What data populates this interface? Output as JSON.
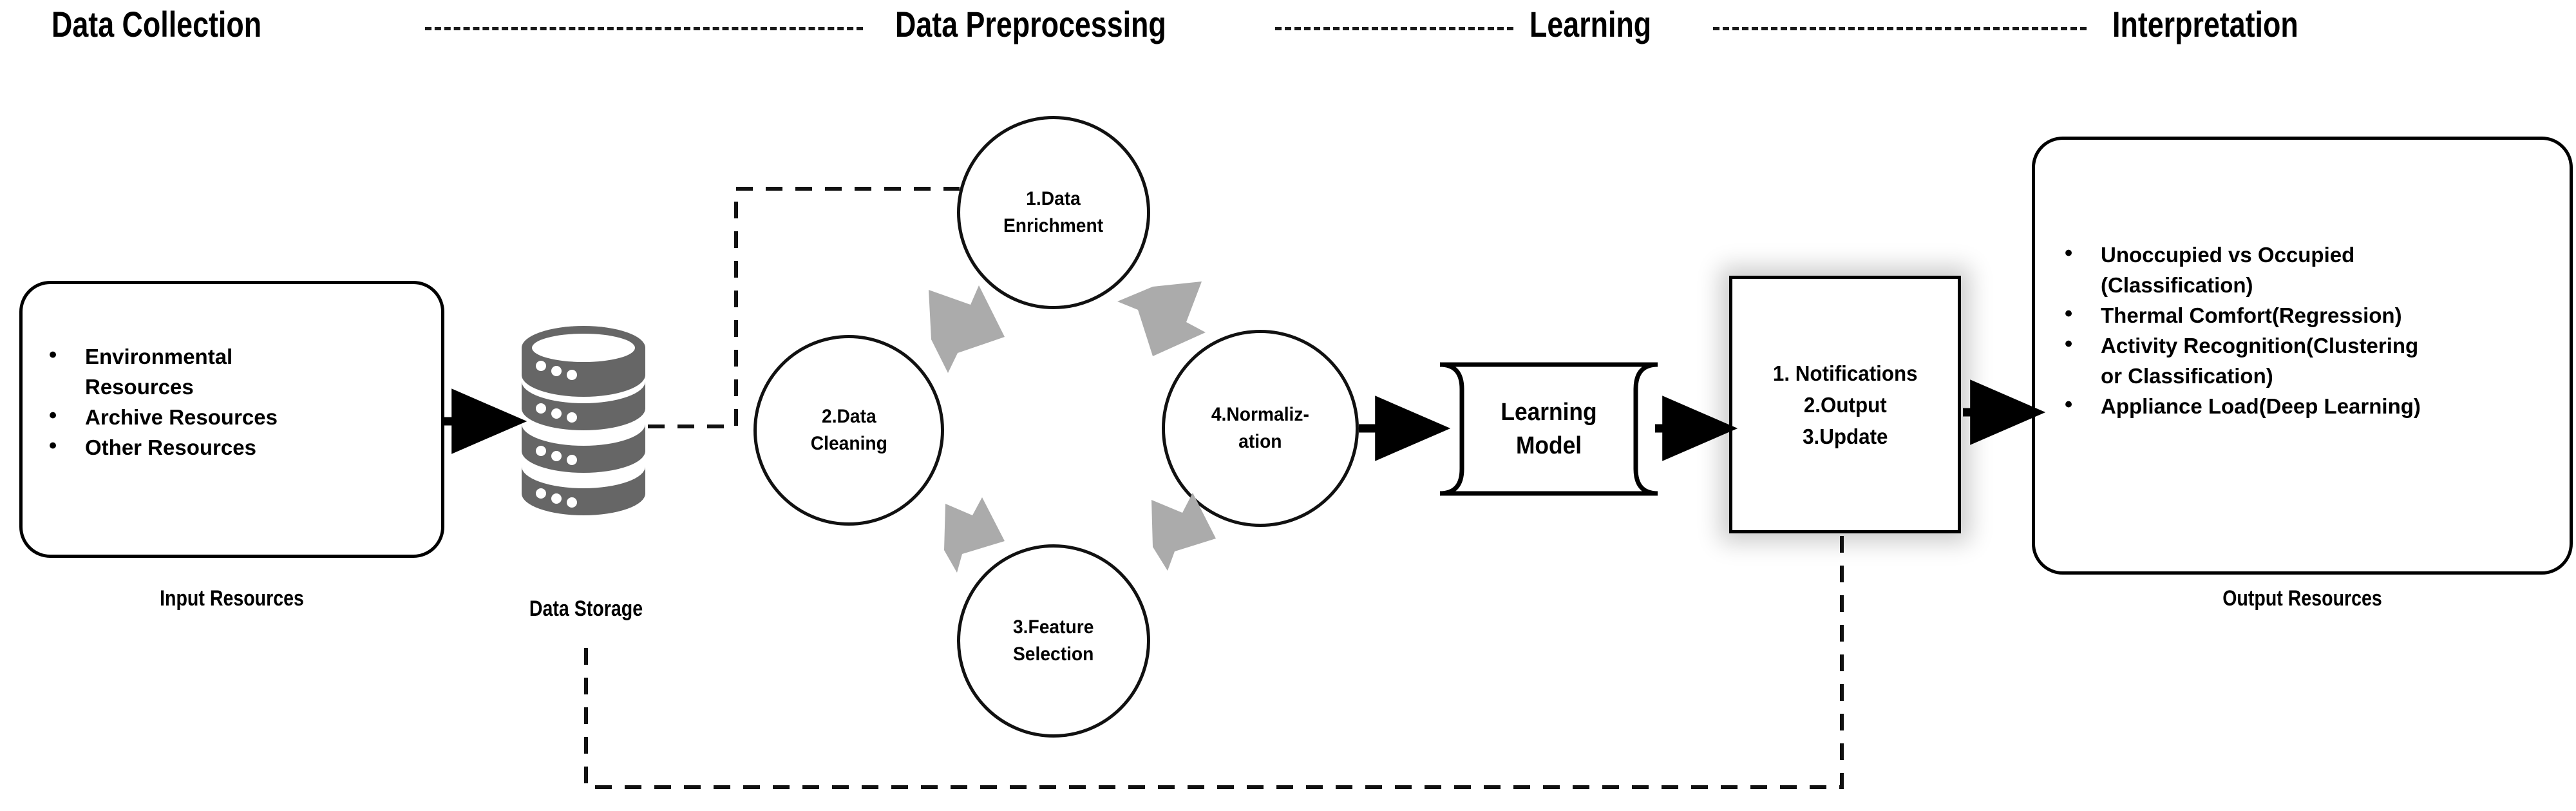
{
  "phases": [
    {
      "id": "data-collection",
      "label": "Data Collection"
    },
    {
      "id": "data-preprocessing",
      "label": "Data Preprocessing"
    },
    {
      "id": "learning",
      "label": "Learning"
    },
    {
      "id": "interpretation",
      "label": "Interpretation"
    }
  ],
  "input_resources": {
    "caption": "Input Resources",
    "items": [
      "Environmental\nResources",
      "Archive Resources",
      "Other Resources"
    ]
  },
  "data_storage": {
    "caption": "Data Storage",
    "icon": "database-cylinder-icon",
    "color": "#666666"
  },
  "preprocessing_steps": [
    {
      "id": "data-enrichment",
      "label": "1.Data\nEnrichment"
    },
    {
      "id": "data-cleaning",
      "label": "2.Data\nCleaning"
    },
    {
      "id": "feature-selection",
      "label": "3.Feature\nSelection"
    },
    {
      "id": "normalization",
      "label": "4.Normaliz-\nation"
    }
  ],
  "learning_model": {
    "label": "Learning\nModel"
  },
  "interpretation_box": {
    "label": "1. Notifications\n2.Output\n3.Update"
  },
  "output_resources": {
    "caption": "Output Resources",
    "items": [
      "Unoccupied vs Occupied\n(Classification)",
      "Thermal Comfort(Regression)",
      "Activity Recognition(Clustering\nor Classification)",
      "Appliance Load(Deep Learning)"
    ]
  },
  "colors": {
    "stroke": "#000000",
    "cycle_arrow": "#ababab",
    "database": "#666666",
    "background": "#ffffff"
  },
  "cycle_arrows": [
    {
      "id": "cleaning-to-enrichment",
      "direction": "up-right"
    },
    {
      "id": "enrichment-to-normalization",
      "direction": "down-right"
    },
    {
      "id": "feature-to-cleaning",
      "direction": "up-left"
    },
    {
      "id": "normalization-to-feature",
      "direction": "down-left"
    }
  ]
}
